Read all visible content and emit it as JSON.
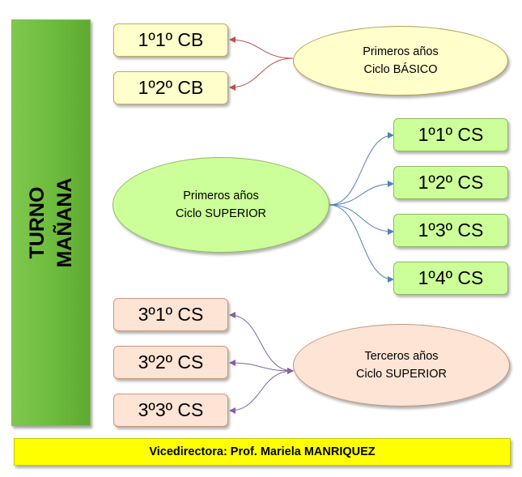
{
  "turno": {
    "line1": "TURNO",
    "line2": "MAÑANA"
  },
  "groups": [
    {
      "label_line1": "Primeros años",
      "label_line2": "Ciclo BÁSICO",
      "courses": [
        "1º1º CB",
        "1º2º CB"
      ],
      "color": "#ffffcc",
      "arrow_color": "#c0504d"
    },
    {
      "label_line1": "Primeros años",
      "label_line2": "Ciclo SUPERIOR",
      "courses": [
        "1º1º CS",
        "1º2º CS",
        "1º3º CS",
        "1º4º CS"
      ],
      "color": "#ccff99",
      "arrow_color": "#4f81bd"
    },
    {
      "label_line1": "Terceros años",
      "label_line2": "Ciclo SUPERIOR",
      "courses": [
        "3º1º CS",
        "3º2º CS",
        "3º3º CS"
      ],
      "color": "#fde4d4",
      "arrow_color": "#8064a2"
    }
  ],
  "footer": {
    "text": "Vicedirectora: Prof. Mariela MANRIQUEZ",
    "color": "#ffff00"
  }
}
